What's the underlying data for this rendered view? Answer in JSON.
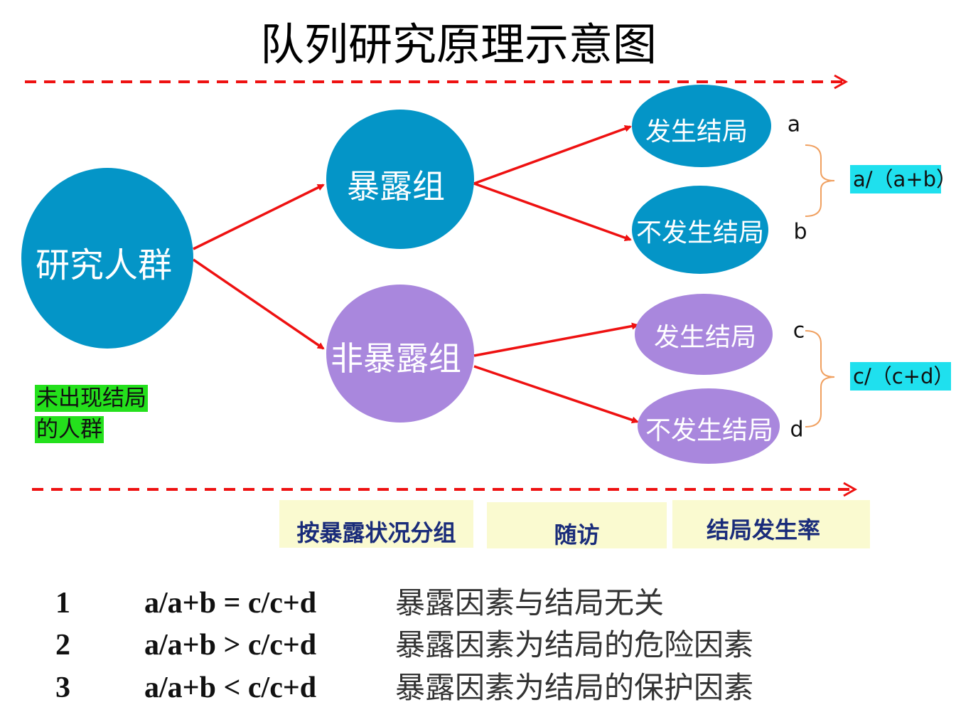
{
  "title": "队列研究原理示意图",
  "nodes": {
    "population": "研究人群",
    "exposed": "暴露组",
    "unexposed": "非暴露组",
    "exposed_outcome": "发生结局",
    "exposed_no_outcome": "不发生结局",
    "unexposed_outcome": "发生结局",
    "unexposed_no_outcome": "不发生结局"
  },
  "letters": {
    "a": "a",
    "b": "b",
    "c": "c",
    "d": "d"
  },
  "ratios": {
    "exposed": "a/（a+b）",
    "unexposed": "c/（c+d）"
  },
  "note": {
    "line1": "未出现结局",
    "line2": "的人群"
  },
  "stages": [
    "按暴露状况分组",
    "随访",
    "结局发生率"
  ],
  "results": [
    {
      "num": "1",
      "formula": "a/a+b = c/c+d",
      "meaning": "暴露因素与结局无关"
    },
    {
      "num": "2",
      "formula": "a/a+b > c/c+d",
      "meaning": "暴露因素为结局的危险因素"
    },
    {
      "num": "3",
      "formula": "a/a+b < c/c+d",
      "meaning": "暴露因素为结局的保护因素"
    }
  ],
  "colors": {
    "blue_node": "#0495c7",
    "purple_node": "#a987dd",
    "arrow": "#ee1111",
    "brace": "#f0a060",
    "ratio_bg": "#1fe0ee",
    "note_bg": "#24e01c",
    "stage_bg": "#fafad0",
    "stage_text": "#1a2c7a"
  }
}
